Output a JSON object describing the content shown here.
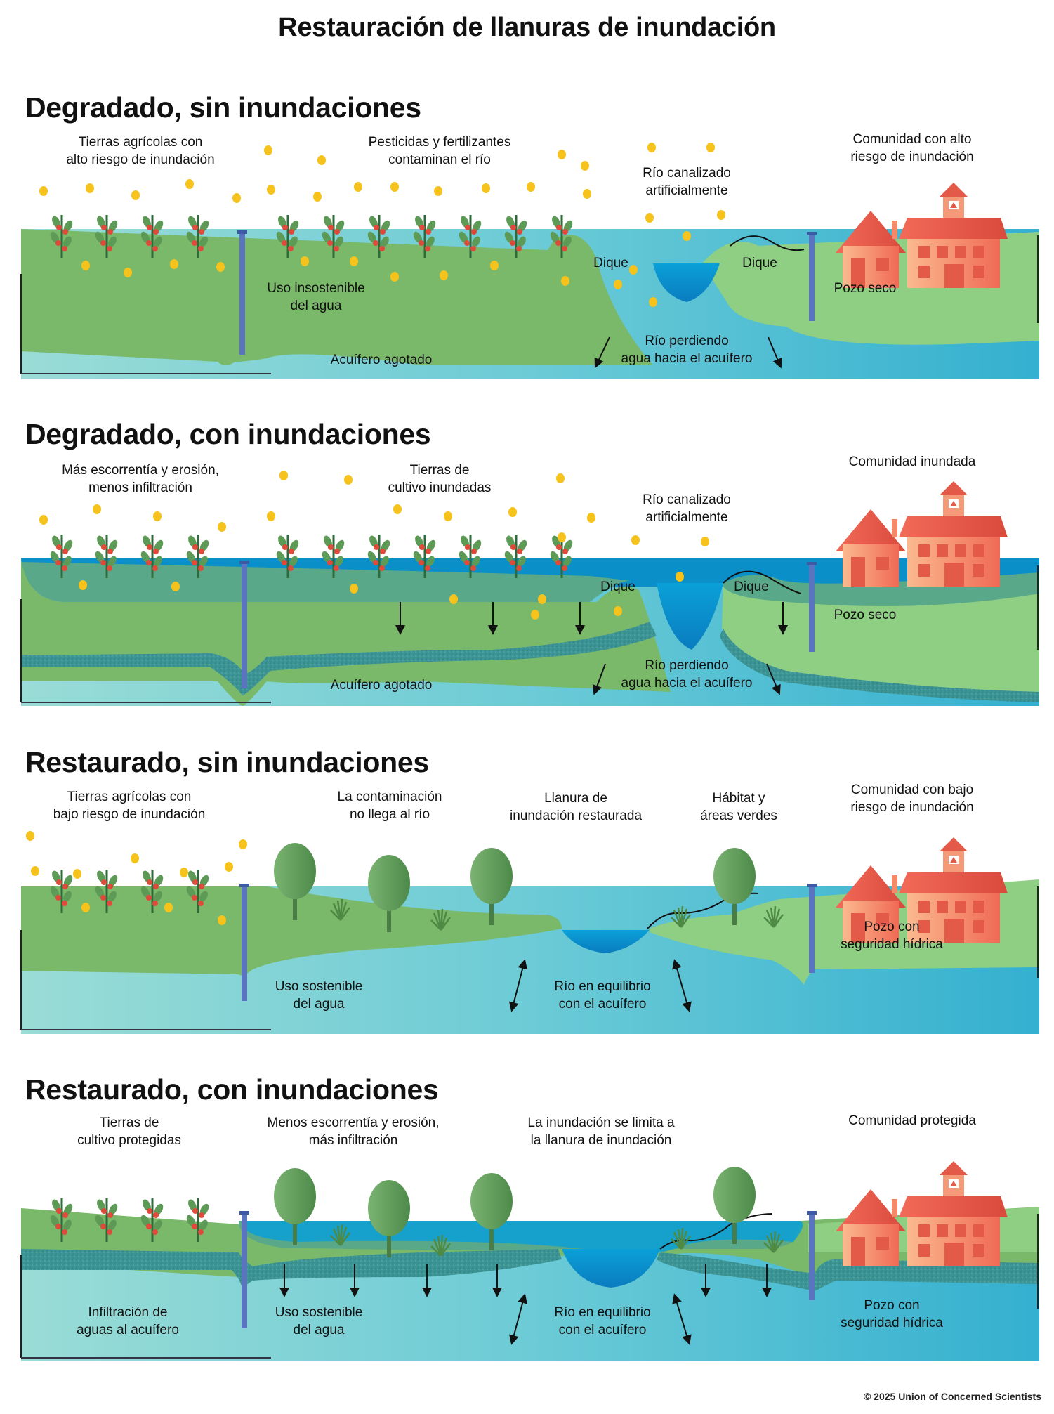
{
  "title": "Restauración de llanuras de inundación",
  "colors": {
    "land_green": "#7ab86a",
    "light_green": "#8fcf84",
    "flood_green": "#5aa88a",
    "river_blue": "#0a8fc9",
    "aquifer_light": "#8fd8d8",
    "aquifer_deep": "#3fb6cf",
    "saturated_band": "#3a8f8f",
    "well_blue": "#5a74c0",
    "house_red": "#f0705a",
    "particle_yellow": "#f6c21c",
    "tree_green": "#5c9a56"
  },
  "panels": [
    {
      "title": "Degradado, sin inundaciones",
      "labels": {
        "farm": "Tierras agrícolas con\nalto riesgo de inundación",
        "pollution": "Pesticidas y fertilizantes\ncontaminan el río",
        "river": "Río canalizado\nartificialmente",
        "community": "Comunidad con alto\nriesgo de inundación",
        "levee_left": "Dique",
        "levee_right": "Dique",
        "water_use": "Uso insostenible\ndel agua",
        "well": "Pozo seco",
        "aquifer": "Acuífero agotado",
        "river_aquifer": "Río perdiendo\nagua hacia el acuífero"
      }
    },
    {
      "title": "Degradado, con inundaciones",
      "labels": {
        "runoff": "Más escorrentía y erosión,\nmenos infiltración",
        "farm": "Tierras de\ncultivo inundadas",
        "river": "Río canalizado\nartificialmente",
        "community": "Comunidad inundada",
        "levee_left": "Dique",
        "levee_right": "Dique",
        "well": "Pozo seco",
        "aquifer": "Acuífero agotado",
        "river_aquifer": "Río perdiendo\nagua hacia el acuífero"
      }
    },
    {
      "title": "Restaurado, sin inundaciones",
      "labels": {
        "farm": "Tierras agrícolas con\nbajo riesgo de inundación",
        "pollution": "La contaminación\nno llega al río",
        "floodplain": "Llanura de\ninundación restaurada",
        "habitat": "Hábitat y\náreas verdes",
        "community": "Comunidad con bajo\nriesgo de inundación",
        "water_use": "Uso sostenible\ndel agua",
        "river_aquifer": "Río en equilibrio\ncon el acuífero",
        "well": "Pozo con\nseguridad hídrica"
      }
    },
    {
      "title": "Restaurado, con inundaciones",
      "labels": {
        "farm": "Tierras de\ncultivo protegidas",
        "runoff": "Menos escorrentía y erosión,\nmás infiltración",
        "floodplain": "La inundación se limita a\nla llanura de inundación",
        "community": "Comunidad protegida",
        "infiltration": "Infiltración de\naguas al acuífero",
        "water_use": "Uso sostenible\ndel agua",
        "river_aquifer": "Río en equilibrio\ncon el acuífero",
        "well": "Pozo con\nseguridad hídrica"
      }
    }
  ],
  "credit": "© 2025 Union of Concerned Scientists"
}
